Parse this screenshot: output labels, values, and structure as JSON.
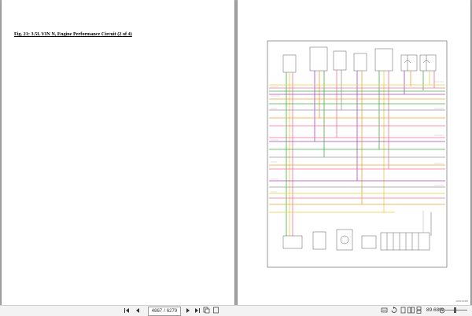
{
  "left_page": {
    "figure_title": "Fig. 21: 3.5L VIN N, Engine Performance Circuit (2 of 4)"
  },
  "right_page": {
    "diagram_id": "G00123456"
  },
  "toolbar": {
    "page_current": "4867",
    "page_separator": "/",
    "page_total": "6279",
    "zoom": "89.68%",
    "icons": [
      "first-page-icon",
      "prev-page-icon",
      "next-page-icon",
      "last-page-icon",
      "copy-icon",
      "fit-page-icon",
      "fit-width-icon",
      "rotate-icon",
      "single-page-icon",
      "two-page-icon",
      "continuous-icon",
      "scroll-icon",
      "zoom-out-icon",
      "zoom-slider"
    ]
  },
  "colors": {
    "background": "#a9a9a9",
    "page": "#ffffff",
    "wire_orange": "#f0a030",
    "wire_purple": "#b040c0",
    "wire_green": "#40b040",
    "wire_pink": "#f07090",
    "wire_yellow": "#e8d040",
    "wire_gray": "#999999"
  }
}
